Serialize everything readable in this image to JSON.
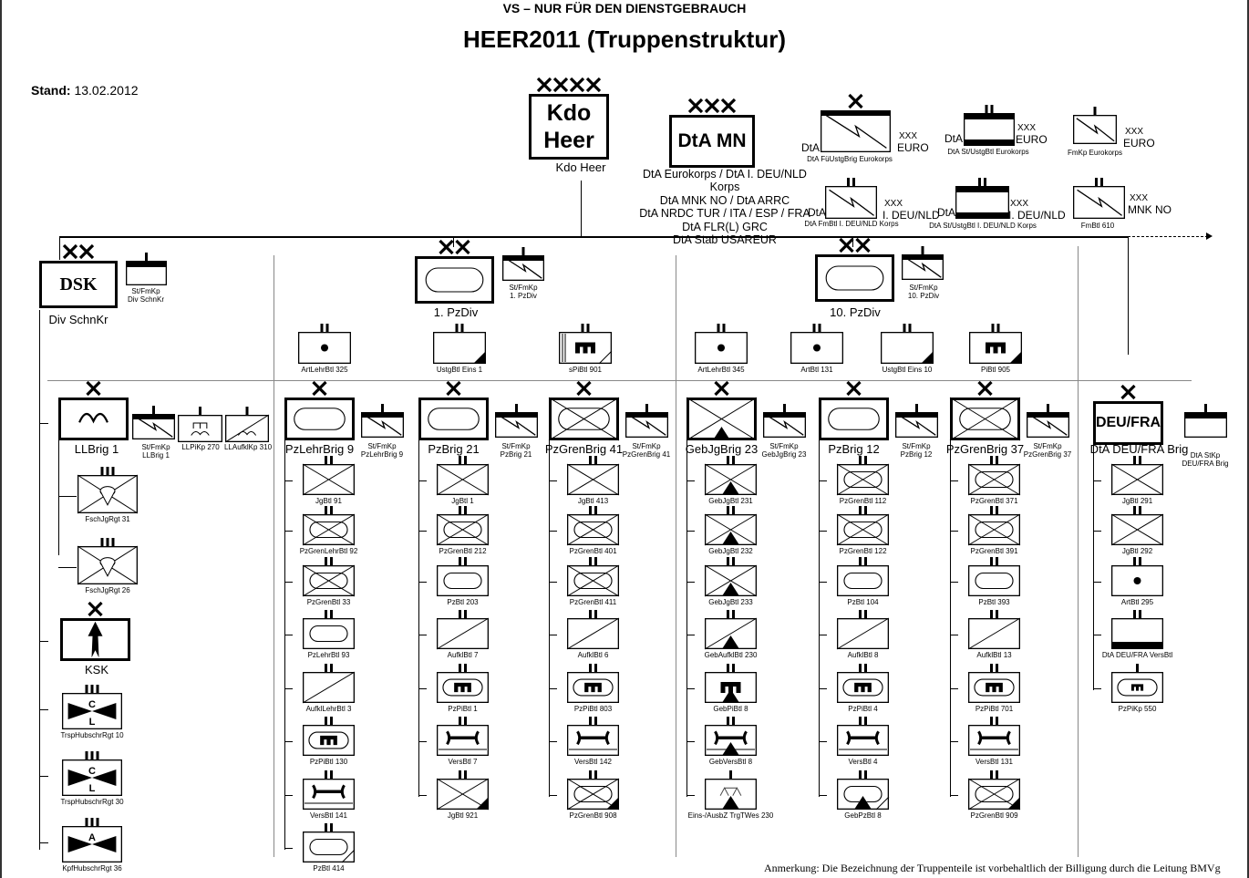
{
  "header": {
    "classification": "VS – NUR FÜR DEN DIENSTGEBRAUCH",
    "title": "HEER2011 (Truppenstruktur)",
    "stand_label": "Stand:",
    "stand_date": "13.02.2012"
  },
  "footnote": "Anmerkung: Die Bezeichnung der Truppenteile ist vorbehaltlich der Billigung durch die Leitung BMVg",
  "colors": {
    "line": "#000000",
    "separator": "#888888",
    "background": "#ffffff"
  },
  "command": {
    "kdo_heer": {
      "echelon": "XXXX",
      "box_text": [
        "Kdo",
        "Heer"
      ],
      "label": "Kdo Heer"
    },
    "dta_mn": {
      "echelon": "XXX",
      "box_text": "DtA MN",
      "list": [
        "DtA Eurokorps / DtA I. DEU/NLD  Korps",
        "DtA MNK NO / DtA ARRC",
        "DtA NRDC TUR / ITA / ESP / FRA",
        "DtA FLR(L) GRC",
        "DtA Stab USAREUR"
      ]
    },
    "multinational": [
      {
        "echelon": "X",
        "type": "signal-hq",
        "label": "DtA FüUstgBrig Eurokorps",
        "prefix": "DtA",
        "side": [
          "XXX",
          "EURO"
        ]
      },
      {
        "echelon": "II",
        "type": "hq-support",
        "label": "DtA St/UstgBtl Eurokorps",
        "prefix": "DtA",
        "side": [
          "XXX",
          "EURO"
        ]
      },
      {
        "echelon": "I",
        "type": "signal",
        "label": "FmKp Eurokorps",
        "prefix": "",
        "side": [
          "XXX",
          "EURO"
        ]
      },
      {
        "echelon": "II",
        "type": "signal",
        "label": "DtA FmBtl I. DEU/NLD  Korps",
        "prefix": "DtA",
        "side": [
          "XXX",
          "I. DEU/NLD"
        ]
      },
      {
        "echelon": "II",
        "type": "hq-support",
        "label": "DtA St/UstgBtl I. DEU/NLD Korps",
        "prefix": "DtA",
        "side": [
          "XXX",
          "I. DEU/NLD"
        ]
      },
      {
        "echelon": "II",
        "type": "signal",
        "label": "FmBtl 610",
        "prefix": "",
        "side": [
          "XXX",
          "MNK NO"
        ]
      }
    ]
  },
  "divisions": [
    {
      "name": "Div SchnKr",
      "echelon": "XX",
      "box_text": "DSK",
      "hq_company": "St/FmKp\nDiv SchnKr"
    },
    {
      "name": "1. PzDiv",
      "echelon": "XX",
      "box_text": "",
      "hq_company": "St/FmKp\n1. PzDiv"
    },
    {
      "name": "10. PzDiv",
      "echelon": "XX",
      "box_text": "",
      "hq_company": "St/FmKp\n10. PzDiv"
    }
  ],
  "division_troops": [
    {
      "label": "ArtLehrBtl 325",
      "type": "artillery",
      "echelon": "II"
    },
    {
      "label": "UstgBtl Eins 1",
      "type": "support-corner",
      "echelon": "II"
    },
    {
      "label": "sPiBtl 901",
      "type": "engineer-heavy",
      "echelon": "II"
    },
    {
      "label": "ArtLehrBtl 345",
      "type": "artillery",
      "echelon": "II"
    },
    {
      "label": "ArtBtl 131",
      "type": "artillery",
      "echelon": "II"
    },
    {
      "label": "UstgBtl Eins 10",
      "type": "support-corner",
      "echelon": "II"
    },
    {
      "label": "PiBtl 905",
      "type": "engineer-corner",
      "echelon": "II"
    }
  ],
  "dsk": {
    "llbrig": {
      "name": "LLBrig 1",
      "hq": "St/FmKp\nLLBrig 1",
      "extra": [
        "LLPiKp 270",
        "LLAufklKp 310"
      ],
      "units": [
        {
          "label": "FschJgRgt 31",
          "type": "airborne-infantry",
          "echelon": "III"
        },
        {
          "label": "FschJgRgt 26",
          "type": "airborne-infantry",
          "echelon": "III"
        }
      ]
    },
    "ksk": {
      "name": "KSK",
      "echelon": "X"
    },
    "aviation": [
      {
        "label": "TrspHubschrRgt  10",
        "type": "aviation-transport",
        "letters": [
          "C",
          "L"
        ],
        "echelon": "III"
      },
      {
        "label": "TrspHubschrRgt 30",
        "type": "aviation-transport",
        "letters": [
          "C",
          "L"
        ],
        "echelon": "III"
      },
      {
        "label": "KpfHubschrRgt 36",
        "type": "aviation-attack",
        "letters": [
          "A"
        ],
        "echelon": "III"
      }
    ]
  },
  "brigades": [
    {
      "name": "PzLehrBrig 9",
      "type": "armor",
      "hq": "St/FmKp\nPzLehrBrig 9",
      "units": [
        {
          "label": "JgBtl 91",
          "type": "infantry"
        },
        {
          "label": "PzGrenLehrBtl 92",
          "type": "mech-infantry"
        },
        {
          "label": "PzGrenBtl 33",
          "type": "mech-infantry"
        },
        {
          "label": "PzLehrBtl 93",
          "type": "armor"
        },
        {
          "label": "AufklLehrBtl 3",
          "type": "recon"
        },
        {
          "label": "PzPiBtl 130",
          "type": "armored-engineer"
        },
        {
          "label": "VersBtl 141",
          "type": "supply"
        },
        {
          "label": "PzBtl 414",
          "type": "armor-corner-line"
        }
      ]
    },
    {
      "name": "PzBrig 21",
      "type": "armor",
      "hq": "St/FmKp\nPzBrig 21",
      "units": [
        {
          "label": "JgBtl 1",
          "type": "infantry"
        },
        {
          "label": "PzGrenBtl 212",
          "type": "mech-infantry"
        },
        {
          "label": "PzBtl 203",
          "type": "armor"
        },
        {
          "label": "AufklBtl 7",
          "type": "recon"
        },
        {
          "label": "PzPiBtl  1",
          "type": "armored-engineer"
        },
        {
          "label": "VersBtl  7",
          "type": "supply"
        },
        {
          "label": "JgBtl 921",
          "type": "infantry-corner"
        }
      ]
    },
    {
      "name": "PzGrenBrig 41",
      "type": "mech-infantry",
      "hq": "St/FmKp\nPzGrenBrig 41",
      "units": [
        {
          "label": "JgBtl 413",
          "type": "infantry"
        },
        {
          "label": "PzGrenBtl 401",
          "type": "mech-infantry"
        },
        {
          "label": "PzGrenBtl 411",
          "type": "mech-infantry"
        },
        {
          "label": "AufklBtl 6",
          "type": "recon"
        },
        {
          "label": "PzPiBtl 803",
          "type": "armored-engineer"
        },
        {
          "label": "VersBtl 142",
          "type": "supply"
        },
        {
          "label": "PzGrenBtl 908",
          "type": "mech-infantry-corner"
        }
      ]
    },
    {
      "name": "GebJgBrig 23",
      "type": "mountain-infantry",
      "hq": "St/FmKp\nGebJgBrig 23",
      "units": [
        {
          "label": "GebJgBtl 231",
          "type": "mountain-infantry"
        },
        {
          "label": "GebJgBtl 232",
          "type": "mountain-infantry"
        },
        {
          "label": "GebJgBtl 233",
          "type": "mountain-infantry"
        },
        {
          "label": "GebAufklBtl 230",
          "type": "mountain-recon"
        },
        {
          "label": "GebPiBtl 8",
          "type": "mountain-engineer"
        },
        {
          "label": "GebVersBtl 8",
          "type": "mountain-supply"
        },
        {
          "label": "Eins-/AusbZ TrgTWes 230",
          "type": "mountain-pack"
        }
      ]
    },
    {
      "name": "PzBrig 12",
      "type": "armor",
      "hq": "St/FmKp\nPzBrig 12",
      "units": [
        {
          "label": "PzGrenBtl 112",
          "type": "mech-infantry"
        },
        {
          "label": "PzGrenBtl 122",
          "type": "mech-infantry"
        },
        {
          "label": "PzBtl 104",
          "type": "armor"
        },
        {
          "label": "AufklBtl 8",
          "type": "recon"
        },
        {
          "label": "PzPiBtl 4",
          "type": "armored-engineer"
        },
        {
          "label": "VersBtl 4",
          "type": "supply"
        },
        {
          "label": "GebPzBtl 8",
          "type": "mountain-armor"
        }
      ]
    },
    {
      "name": "PzGrenBrig 37",
      "type": "mech-infantry",
      "hq": "St/FmKp\nPzGrenBrig 37",
      "units": [
        {
          "label": "PzGrenBtl 371",
          "type": "mech-infantry"
        },
        {
          "label": "PzGrenBtl 391",
          "type": "mech-infantry"
        },
        {
          "label": "PzBtl 393",
          "type": "armor"
        },
        {
          "label": "AufklBtl 13",
          "type": "recon"
        },
        {
          "label": "PzPiBtl 701",
          "type": "armored-engineer"
        },
        {
          "label": "VersBtl  131",
          "type": "supply"
        },
        {
          "label": "PzGrenBtl 909",
          "type": "mech-infantry-corner"
        }
      ]
    },
    {
      "name": "DtA DEU/FRA Brig",
      "type": "deu-fra",
      "box_text": "DEU/FRA",
      "hq": "DtA StKp\nDEU/FRA Brig",
      "units": [
        {
          "label": "JgBtl 291",
          "type": "infantry"
        },
        {
          "label": "JgBtl 292",
          "type": "infantry"
        },
        {
          "label": "ArtBtl 295",
          "type": "artillery"
        },
        {
          "label": "DtA DEU/FRA VersBtl",
          "type": "supply-bar"
        },
        {
          "label": "PzPiKp 550",
          "type": "armored-engineer-kp"
        }
      ]
    }
  ]
}
